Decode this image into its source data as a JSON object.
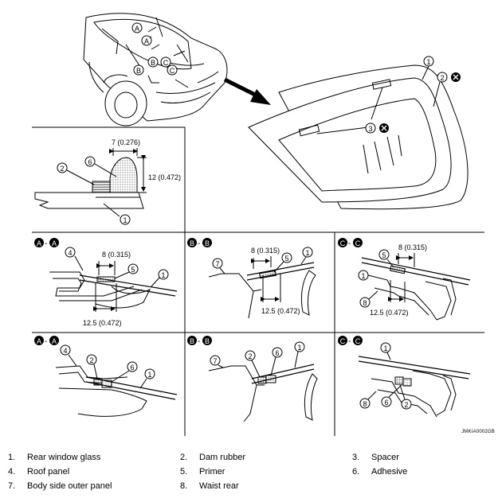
{
  "callouts": {
    "n1": "1",
    "n2": "2",
    "n3": "3",
    "n4": "4",
    "n5": "5",
    "n6": "6",
    "n7": "7",
    "n8": "8",
    "a": "A",
    "b": "B",
    "c": "C"
  },
  "section_titles": {
    "aa": "-",
    "bb": "-",
    "cc": "-"
  },
  "dimensions": {
    "d7": "7 (0.276)",
    "d12": "12 (0.472)",
    "d8": "8 (0.315)",
    "d125": "12.5 (0.472)"
  },
  "figure_code": "JMKIA0002GB",
  "legend": [
    {
      "num": "1.",
      "label": "Rear window glass"
    },
    {
      "num": "2.",
      "label": "Dam rubber"
    },
    {
      "num": "3.",
      "label": "Spacer"
    },
    {
      "num": "4.",
      "label": "Roof panel"
    },
    {
      "num": "5.",
      "label": "Primer"
    },
    {
      "num": "6.",
      "label": "Adhesive"
    },
    {
      "num": "7.",
      "label": "Body side outer panel"
    },
    {
      "num": "8.",
      "label": "Waist rear"
    }
  ]
}
